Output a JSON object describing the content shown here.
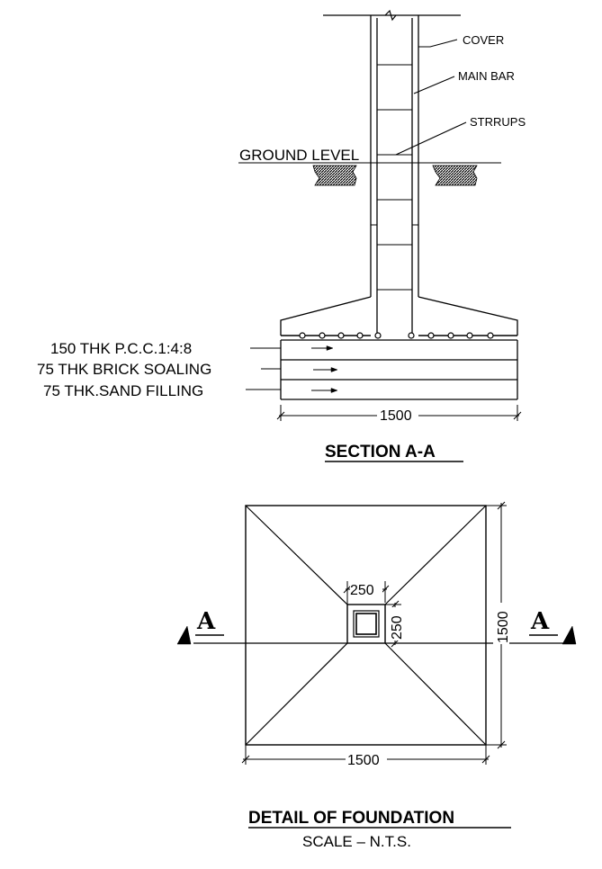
{
  "section": {
    "labels": {
      "cover": "COVER",
      "main_bar": "MAIN BAR",
      "stirrups": "STRRUPS",
      "ground_level": "GROUND LEVEL"
    },
    "layers": [
      {
        "label": "150 THK P.C.C.1:4:8"
      },
      {
        "label": "75 THK BRICK SOALING"
      },
      {
        "label": "75 THK.SAND FILLING"
      }
    ],
    "width_dimension": "1500",
    "title": "SECTION A-A"
  },
  "plan": {
    "column_width": "250",
    "column_depth": "250",
    "width_dimension": "1500",
    "height_dimension": "1500",
    "section_mark_left": "A",
    "section_mark_right": "A",
    "title": "DETAIL OF FOUNDATION",
    "scale": "SCALE – N.T.S."
  }
}
